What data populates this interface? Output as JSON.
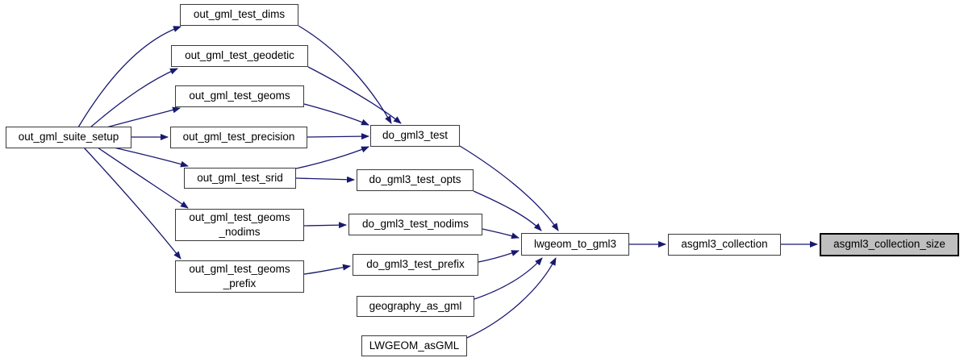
{
  "diagram": {
    "type": "call-graph",
    "colors": {
      "edge": "#191970",
      "node_fill": "#ffffff",
      "node_border": "#3a3a3a",
      "highlight_fill": "#bfbfbf",
      "highlight_border": "#000000",
      "background": "#ffffff"
    },
    "nodes": {
      "suite_setup": {
        "label": "out_gml_suite_setup",
        "highlighted": false
      },
      "test_dims": {
        "label": "out_gml_test_dims",
        "highlighted": false
      },
      "test_geodetic": {
        "label": "out_gml_test_geodetic",
        "highlighted": false
      },
      "test_geoms": {
        "label": "out_gml_test_geoms",
        "highlighted": false
      },
      "test_precision": {
        "label": "out_gml_test_precision",
        "highlighted": false
      },
      "test_srid": {
        "label": "out_gml_test_srid",
        "highlighted": false
      },
      "test_geoms_nodims": {
        "label": "out_gml_test_geoms\n_nodims",
        "highlighted": false
      },
      "test_geoms_prefix": {
        "label": "out_gml_test_geoms\n_prefix",
        "highlighted": false
      },
      "do_test": {
        "label": "do_gml3_test",
        "highlighted": false
      },
      "do_test_opts": {
        "label": "do_gml3_test_opts",
        "highlighted": false
      },
      "do_test_nodims": {
        "label": "do_gml3_test_nodims",
        "highlighted": false
      },
      "do_test_prefix": {
        "label": "do_gml3_test_prefix",
        "highlighted": false
      },
      "geography_as_gml": {
        "label": "geography_as_gml",
        "highlighted": false
      },
      "lwgeom_asgml": {
        "label": "LWGEOM_asGML",
        "highlighted": false
      },
      "lwgeom_to_gml3": {
        "label": "lwgeom_to_gml3",
        "highlighted": false
      },
      "asgml3_collection": {
        "label": "asgml3_collection",
        "highlighted": false
      },
      "asgml3_collection_size": {
        "label": "asgml3_collection_size",
        "highlighted": true
      }
    },
    "edges": [
      {
        "from": "suite_setup",
        "to": "test_dims"
      },
      {
        "from": "suite_setup",
        "to": "test_geodetic"
      },
      {
        "from": "suite_setup",
        "to": "test_geoms"
      },
      {
        "from": "suite_setup",
        "to": "test_precision"
      },
      {
        "from": "suite_setup",
        "to": "test_srid"
      },
      {
        "from": "suite_setup",
        "to": "test_geoms_nodims"
      },
      {
        "from": "suite_setup",
        "to": "test_geoms_prefix"
      },
      {
        "from": "test_dims",
        "to": "do_test"
      },
      {
        "from": "test_geodetic",
        "to": "do_test"
      },
      {
        "from": "test_geoms",
        "to": "do_test"
      },
      {
        "from": "test_precision",
        "to": "do_test"
      },
      {
        "from": "test_srid",
        "to": "do_test"
      },
      {
        "from": "test_srid",
        "to": "do_test_opts"
      },
      {
        "from": "test_geoms_nodims",
        "to": "do_test_nodims"
      },
      {
        "from": "test_geoms_prefix",
        "to": "do_test_prefix"
      },
      {
        "from": "do_test",
        "to": "lwgeom_to_gml3"
      },
      {
        "from": "do_test_opts",
        "to": "lwgeom_to_gml3"
      },
      {
        "from": "do_test_nodims",
        "to": "lwgeom_to_gml3"
      },
      {
        "from": "do_test_prefix",
        "to": "lwgeom_to_gml3"
      },
      {
        "from": "geography_as_gml",
        "to": "lwgeom_to_gml3"
      },
      {
        "from": "lwgeom_asgml",
        "to": "lwgeom_to_gml3"
      },
      {
        "from": "lwgeom_to_gml3",
        "to": "asgml3_collection"
      },
      {
        "from": "asgml3_collection",
        "to": "asgml3_collection_size"
      }
    ]
  }
}
